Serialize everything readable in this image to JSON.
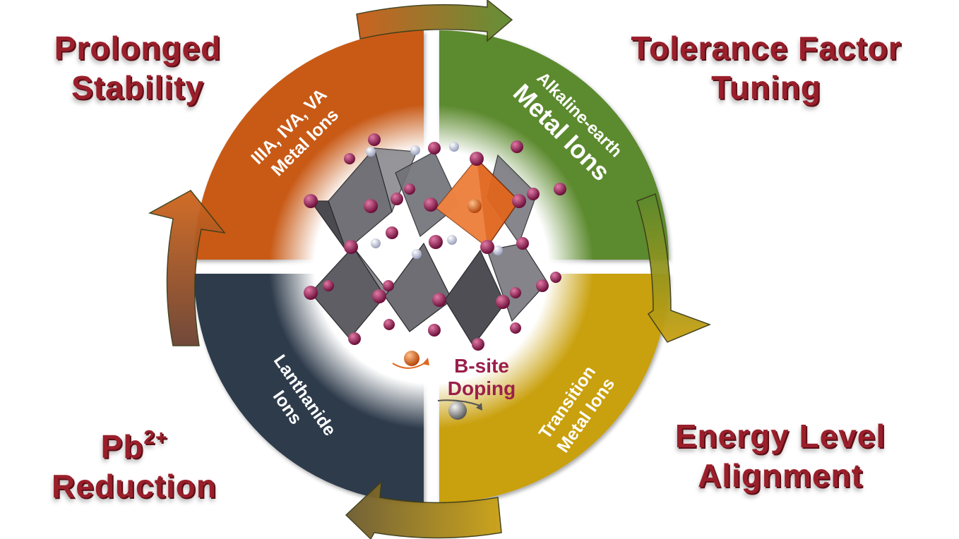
{
  "corners": {
    "top_left": {
      "line1": "Prolonged",
      "line2": "Stability"
    },
    "top_right": {
      "line1": "Tolerance Factor",
      "line2": "Tuning"
    },
    "bottom_left": {
      "base": "Pb",
      "sup": "2+",
      "line2": "Reduction"
    },
    "bottom_right": {
      "line1": "Energy Level",
      "line2": "Alignment"
    }
  },
  "quadrants": {
    "top_left": {
      "line1": "IIIA, IVA, VA",
      "line2": "Metal Ions",
      "color": "#c85a16"
    },
    "top_right": {
      "line1": "Alkaline-earth",
      "line2": "Metal Ions",
      "color": "#5b8a2e"
    },
    "bottom_left": {
      "line1": "Lanthanide",
      "line2": "Ions",
      "color": "#2f3a4c"
    },
    "bottom_right": {
      "line1": "Transition",
      "line2": "Metal Ions",
      "color": "#c9a011"
    }
  },
  "center": {
    "line1": "B-site",
    "line2": "Doping",
    "color": "#9a1f4b"
  },
  "colors": {
    "halide_atom": "#8b1a4a",
    "a_site_atom": "#d8dbe8",
    "octahedron": "#5e5e62",
    "dopant": "#e0661e",
    "title": "#9a1f2b"
  }
}
